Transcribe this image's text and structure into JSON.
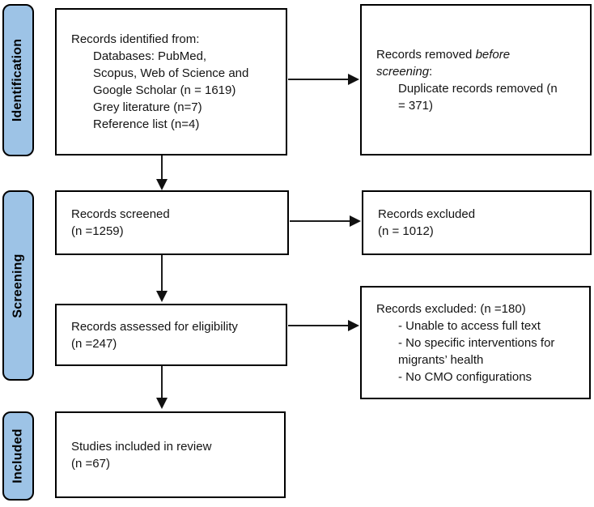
{
  "colors": {
    "stage_fill": "#9DC3E6",
    "box_fill": "#FFFFFF",
    "border": "#000000"
  },
  "stages": [
    {
      "label": "Identification"
    },
    {
      "label": "Screening"
    },
    {
      "label": "Included"
    }
  ],
  "boxes": {
    "identified": {
      "lines": [
        {
          "text": "Records identified from:"
        },
        {
          "text": "Databases: PubMed,",
          "indent": 1
        },
        {
          "text": "Scopus, Web of Science and",
          "indent": 1
        },
        {
          "text": "Google Scholar (n = 1619)",
          "indent": 1
        },
        {
          "text": "Grey literature (n=7)",
          "indent": 1
        },
        {
          "text": "Reference list (n=4)",
          "indent": 1
        }
      ]
    },
    "removed": {
      "lines": [
        {
          "parts": [
            {
              "text": "Records removed "
            },
            {
              "text": "before",
              "italic": true
            }
          ]
        },
        {
          "parts": [
            {
              "text": "screening",
              "italic": true
            },
            {
              "text": ":"
            }
          ]
        },
        {
          "text": "Duplicate records removed (n",
          "indent": 1
        },
        {
          "text": "= 371)",
          "indent": 1
        }
      ]
    },
    "screened": {
      "lines": [
        {
          "text": "Records screened"
        },
        {
          "text": "(n =1259)"
        }
      ]
    },
    "excluded_screening": {
      "lines": [
        {
          "text": "Records excluded"
        },
        {
          "text": "(n = 1012)"
        }
      ]
    },
    "assessed": {
      "lines": [
        {
          "text": "Records assessed for eligibility"
        },
        {
          "text": "(n =247)"
        }
      ]
    },
    "excluded_eligibility": {
      "lines": [
        {
          "text": "Records excluded: (n =180)"
        },
        {
          "text": "- Unable to access full text",
          "indent": 1
        },
        {
          "text": "- No specific interventions for",
          "indent": 1
        },
        {
          "text": "migrants’ health",
          "indent": 1
        },
        {
          "text": "- No CMO configurations",
          "indent": 1
        }
      ]
    },
    "included": {
      "lines": [
        {
          "text": "Studies included in review"
        },
        {
          "text": "(n =67)"
        }
      ]
    }
  }
}
